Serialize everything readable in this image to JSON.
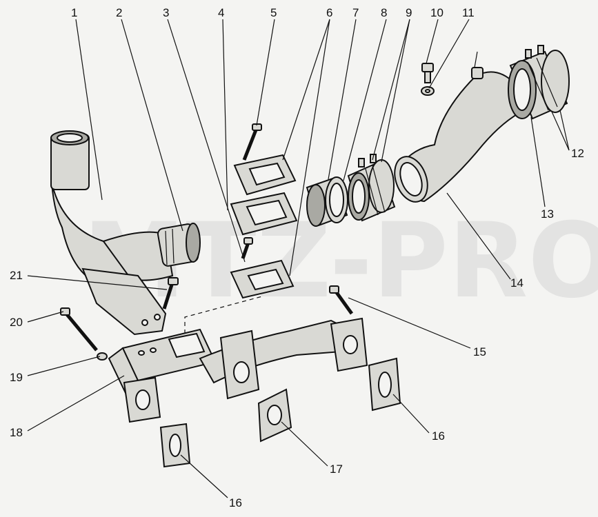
{
  "watermark": "MTZ-PRO",
  "callouts": [
    {
      "id": "c1",
      "text": "1"
    },
    {
      "id": "c2",
      "text": "2"
    },
    {
      "id": "c3",
      "text": "3"
    },
    {
      "id": "c4",
      "text": "4"
    },
    {
      "id": "c5",
      "text": "5"
    },
    {
      "id": "c6",
      "text": "6"
    },
    {
      "id": "c7",
      "text": "7"
    },
    {
      "id": "c8",
      "text": "8"
    },
    {
      "id": "c9",
      "text": "9"
    },
    {
      "id": "c10",
      "text": "10"
    },
    {
      "id": "c11",
      "text": "11"
    },
    {
      "id": "c12",
      "text": "12"
    },
    {
      "id": "c13",
      "text": "13"
    },
    {
      "id": "c14",
      "text": "14"
    },
    {
      "id": "c15",
      "text": "15"
    },
    {
      "id": "c16a",
      "text": "16"
    },
    {
      "id": "c16b",
      "text": "16"
    },
    {
      "id": "c17",
      "text": "17"
    },
    {
      "id": "c18",
      "text": "18"
    },
    {
      "id": "c19",
      "text": "19"
    },
    {
      "id": "c20",
      "text": "20"
    },
    {
      "id": "c21",
      "text": "21"
    }
  ]
}
